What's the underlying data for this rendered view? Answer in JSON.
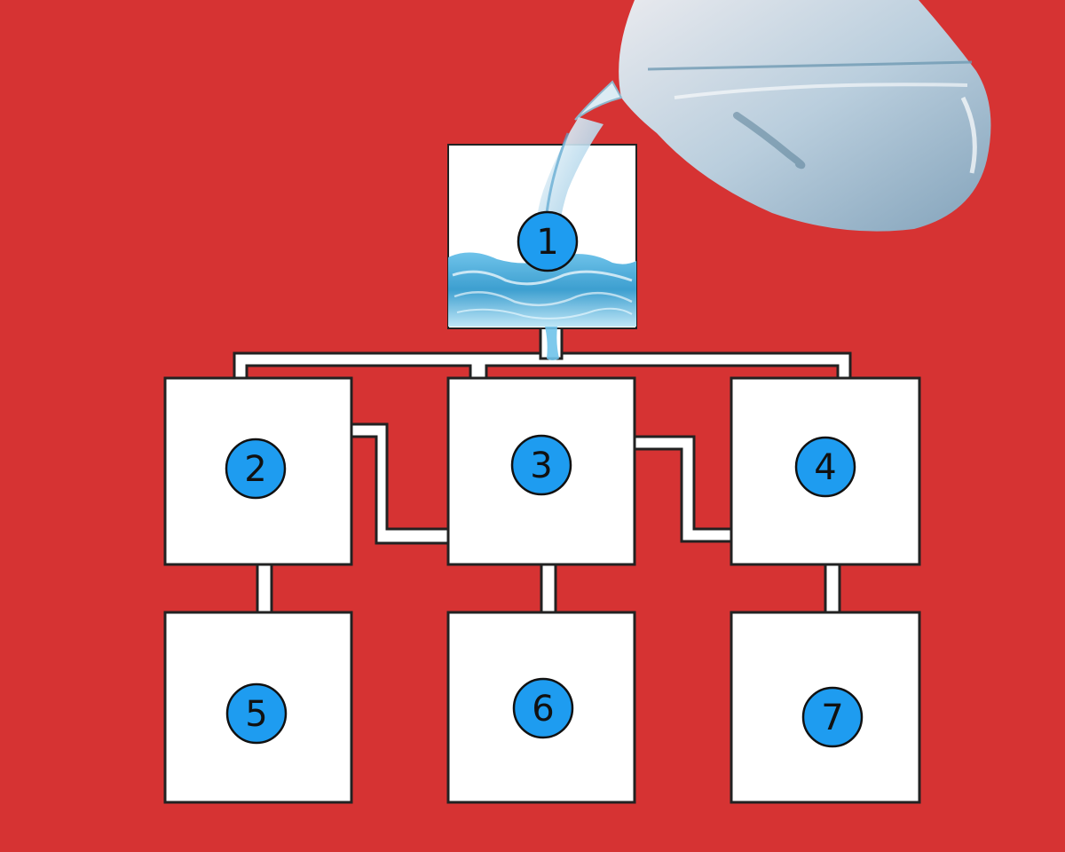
{
  "colors": {
    "background": "#d63333",
    "container_fill": "#ffffff",
    "container_stroke": "#222222",
    "badge_fill": "#1e9cf0",
    "badge_stroke": "#111111",
    "water": "#4aa8d8",
    "jug_glass": "#cfe3ee"
  },
  "containers": [
    {
      "label": "1",
      "icon": "water-filled-container"
    },
    {
      "label": "2"
    },
    {
      "label": "3"
    },
    {
      "label": "4"
    },
    {
      "label": "5"
    },
    {
      "label": "6"
    },
    {
      "label": "7"
    }
  ],
  "icons": {
    "jug": "water-jug-icon",
    "water": "water-splash-icon"
  }
}
